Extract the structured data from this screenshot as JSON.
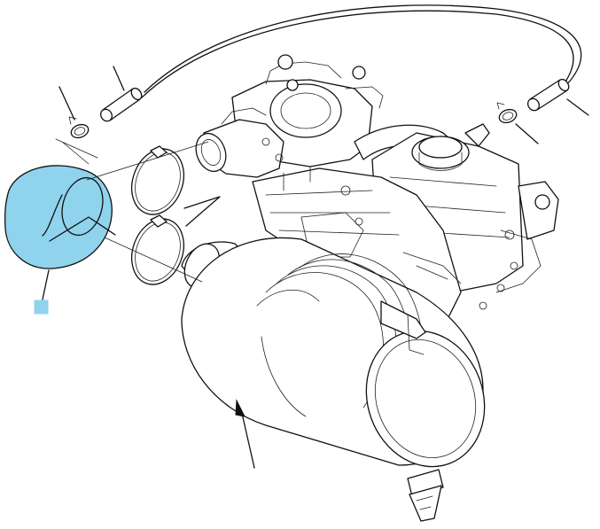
{
  "figure": {
    "highlight_color": "#8FD3EC",
    "line_color": "#111111",
    "background": "#FFFFFF"
  },
  "parts": [
    {
      "name": "air-cleaner-inlet-hood",
      "highlighted": true
    },
    {
      "name": "hose-clamp-upper",
      "highlighted": false
    },
    {
      "name": "hose-clamp-lower",
      "highlighted": false
    },
    {
      "name": "vacuator-valve",
      "highlighted": false
    },
    {
      "name": "breather-hose",
      "highlighted": false
    },
    {
      "name": "small-hose-clamp",
      "highlighted": false
    },
    {
      "name": "air-cleaner-assembly",
      "highlighted": false
    },
    {
      "name": "engine-assembly",
      "highlighted": false
    }
  ],
  "callouts": {
    "count": 6,
    "highlighted_marker": "inlet-hood-callout"
  }
}
